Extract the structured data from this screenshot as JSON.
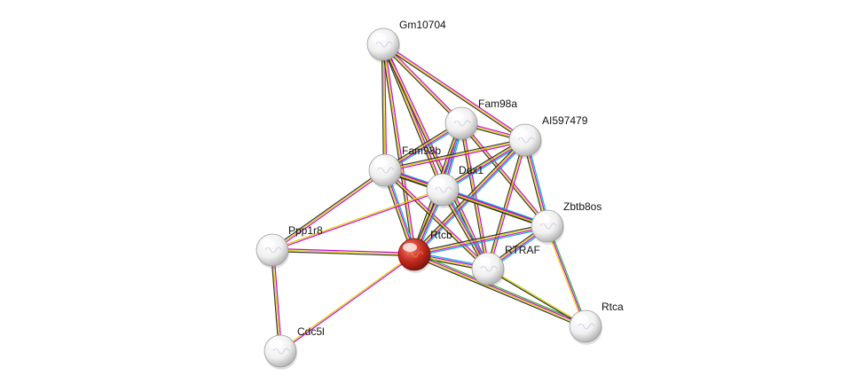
{
  "nodes": [
    {
      "id": "gm10704",
      "label": "Gm10704",
      "query": false
    },
    {
      "id": "fam98a",
      "label": "Fam98a",
      "query": false
    },
    {
      "id": "ai597479",
      "label": "AI597479",
      "query": false
    },
    {
      "id": "fam98b",
      "label": "Fam98b",
      "query": false
    },
    {
      "id": "ddx1",
      "label": "Ddx1",
      "query": false
    },
    {
      "id": "zbtb8os",
      "label": "Zbtb8os",
      "query": false
    },
    {
      "id": "ppp1r8",
      "label": "Ppp1r8",
      "query": false
    },
    {
      "id": "rtcb",
      "label": "Rtcb",
      "query": true
    },
    {
      "id": "rtraf",
      "label": "RTRAF",
      "query": false
    },
    {
      "id": "rtca",
      "label": "Rtca",
      "query": false
    },
    {
      "id": "cdc5l",
      "label": "Cdc5l",
      "query": false
    }
  ],
  "edges": [
    {
      "from": "gm10704",
      "to": "fam98a",
      "evidence": [
        "magenta",
        "yellow",
        "black"
      ]
    },
    {
      "from": "gm10704",
      "to": "ai597479",
      "evidence": [
        "magenta",
        "yellow",
        "black"
      ]
    },
    {
      "from": "gm10704",
      "to": "fam98b",
      "evidence": [
        "magenta",
        "yellow",
        "black"
      ]
    },
    {
      "from": "gm10704",
      "to": "ddx1",
      "evidence": [
        "magenta",
        "yellow",
        "black"
      ]
    },
    {
      "from": "gm10704",
      "to": "rtcb",
      "evidence": [
        "magenta",
        "yellow",
        "black"
      ]
    },
    {
      "from": "gm10704",
      "to": "rtraf",
      "evidence": [
        "magenta",
        "yellow",
        "black"
      ]
    },
    {
      "from": "fam98a",
      "to": "ai597479",
      "evidence": [
        "magenta",
        "yellow",
        "black"
      ]
    },
    {
      "from": "fam98a",
      "to": "fam98b",
      "evidence": [
        "cyan",
        "magenta",
        "yellow",
        "black"
      ]
    },
    {
      "from": "fam98a",
      "to": "ddx1",
      "evidence": [
        "cyan",
        "magenta",
        "yellow",
        "black"
      ]
    },
    {
      "from": "fam98a",
      "to": "zbtb8os",
      "evidence": [
        "magenta",
        "yellow",
        "black"
      ]
    },
    {
      "from": "fam98a",
      "to": "rtcb",
      "evidence": [
        "cyan",
        "magenta",
        "yellow",
        "black"
      ]
    },
    {
      "from": "fam98a",
      "to": "rtraf",
      "evidence": [
        "magenta",
        "yellow",
        "black"
      ]
    },
    {
      "from": "ai597479",
      "to": "fam98b",
      "evidence": [
        "magenta",
        "yellow",
        "black"
      ]
    },
    {
      "from": "ai597479",
      "to": "ddx1",
      "evidence": [
        "cyan",
        "magenta",
        "yellow",
        "black"
      ]
    },
    {
      "from": "ai597479",
      "to": "zbtb8os",
      "evidence": [
        "cyan",
        "magenta",
        "yellow",
        "black"
      ]
    },
    {
      "from": "ai597479",
      "to": "rtcb",
      "evidence": [
        "cyan",
        "magenta",
        "yellow",
        "black"
      ]
    },
    {
      "from": "ai597479",
      "to": "rtraf",
      "evidence": [
        "magenta",
        "yellow",
        "black"
      ]
    },
    {
      "from": "fam98b",
      "to": "ddx1",
      "evidence": [
        "cyan",
        "magenta",
        "yellow",
        "black"
      ]
    },
    {
      "from": "fam98b",
      "to": "zbtb8os",
      "evidence": [
        "magenta",
        "yellow",
        "black"
      ]
    },
    {
      "from": "fam98b",
      "to": "ppp1r8",
      "evidence": [
        "magenta",
        "yellow",
        "black"
      ]
    },
    {
      "from": "fam98b",
      "to": "rtcb",
      "evidence": [
        "cyan",
        "magenta",
        "yellow",
        "black"
      ]
    },
    {
      "from": "fam98b",
      "to": "rtraf",
      "evidence": [
        "magenta",
        "yellow",
        "black"
      ]
    },
    {
      "from": "ddx1",
      "to": "zbtb8os",
      "evidence": [
        "cyan",
        "magenta",
        "yellow",
        "black"
      ]
    },
    {
      "from": "ddx1",
      "to": "ppp1r8",
      "evidence": [
        "magenta",
        "yellow"
      ]
    },
    {
      "from": "ddx1",
      "to": "rtcb",
      "evidence": [
        "cyan",
        "magenta",
        "yellow",
        "black"
      ]
    },
    {
      "from": "ddx1",
      "to": "rtraf",
      "evidence": [
        "cyan",
        "magenta",
        "yellow",
        "black"
      ]
    },
    {
      "from": "zbtb8os",
      "to": "rtcb",
      "evidence": [
        "cyan",
        "magenta",
        "yellow",
        "black"
      ]
    },
    {
      "from": "zbtb8os",
      "to": "rtraf",
      "evidence": [
        "cyan",
        "magenta",
        "yellow",
        "black"
      ]
    },
    {
      "from": "zbtb8os",
      "to": "rtca",
      "evidence": [
        "green",
        "magenta",
        "yellow"
      ]
    },
    {
      "from": "ppp1r8",
      "to": "rtcb",
      "evidence": [
        "magenta",
        "yellow",
        "black"
      ]
    },
    {
      "from": "ppp1r8",
      "to": "cdc5l",
      "evidence": [
        "magenta",
        "yellow",
        "black"
      ]
    },
    {
      "from": "rtcb",
      "to": "rtraf",
      "evidence": [
        "cyan",
        "magenta",
        "yellow",
        "black"
      ]
    },
    {
      "from": "rtcb",
      "to": "rtca",
      "evidence": [
        "green",
        "magenta",
        "yellow",
        "black"
      ]
    },
    {
      "from": "rtcb",
      "to": "cdc5l",
      "evidence": [
        "magenta",
        "yellow"
      ]
    },
    {
      "from": "rtraf",
      "to": "rtca",
      "evidence": [
        "yellow",
        "black"
      ]
    }
  ],
  "colors": {
    "magenta": "#d400d4",
    "yellow": "#d8d800",
    "black": "#333333",
    "cyan": "#00b4e0",
    "green": "#2eb82e",
    "blue": "#4a4adf",
    "query_node": "#cc2a1e",
    "node": "#e8e8e8"
  }
}
